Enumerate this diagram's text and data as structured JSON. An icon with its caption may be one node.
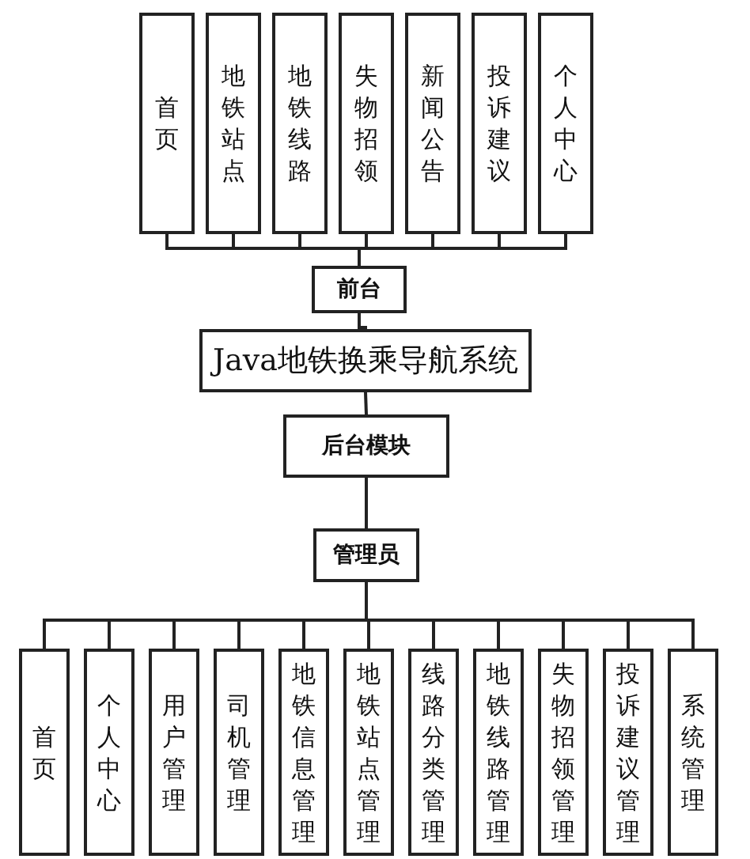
{
  "diagram": {
    "nodes": [
      {
        "text": [
          "首页"
        ]
      },
      {
        "text": [
          "地铁站点"
        ]
      },
      {
        "text": [
          "地铁线路"
        ]
      },
      {
        "text": [
          "失物招领"
        ]
      },
      {
        "text": [
          "新闻公告"
        ]
      },
      {
        "text": [
          "投诉建议"
        ]
      },
      {
        "text": [
          "个人中心"
        ]
      },
      {
        "text": [
          "前台"
        ]
      },
      {
        "text": [
          "Java地铁换乘导航系统"
        ]
      },
      {
        "text": [
          "后台模块"
        ]
      },
      {
        "text": [
          "管理员"
        ]
      },
      {
        "text": [
          "首页"
        ]
      },
      {
        "text": [
          "个人中心"
        ]
      },
      {
        "text": [
          "用户管理"
        ]
      },
      {
        "text": [
          "司机管理"
        ]
      },
      {
        "text": [
          "地铁信息管理"
        ]
      },
      {
        "text": [
          "地铁站点管理"
        ]
      },
      {
        "text": [
          "线路分类管理"
        ]
      },
      {
        "text": [
          "地铁线路管理"
        ]
      },
      {
        "text": [
          "失物招领管理"
        ]
      },
      {
        "text": [
          "投诉建议管理"
        ]
      },
      {
        "text": [
          "系统管理"
        ]
      }
    ],
    "edges": [
      {
        "from": 7,
        "to": 0,
        "arrow": "none"
      },
      {
        "from": 7,
        "to": 1,
        "arrow": "none"
      },
      {
        "from": 7,
        "to": 2,
        "arrow": "none"
      },
      {
        "from": 7,
        "to": 3,
        "arrow": "none"
      },
      {
        "from": 7,
        "to": 4,
        "arrow": "none"
      },
      {
        "from": 7,
        "to": 5,
        "arrow": "none"
      },
      {
        "from": 7,
        "to": 6,
        "arrow": "none"
      },
      {
        "from": 8,
        "to": 7,
        "arrow": "none"
      },
      {
        "from": 8,
        "to": 9,
        "arrow": "none"
      },
      {
        "from": 9,
        "to": 10,
        "arrow": "none"
      },
      {
        "from": 10,
        "to": 11,
        "arrow": "none"
      },
      {
        "from": 10,
        "to": 12,
        "arrow": "none"
      },
      {
        "from": 10,
        "to": 13,
        "arrow": "none"
      },
      {
        "from": 10,
        "to": 14,
        "arrow": "none"
      },
      {
        "from": 10,
        "to": 15,
        "arrow": "none"
      },
      {
        "from": 10,
        "to": 16,
        "arrow": "none"
      },
      {
        "from": 10,
        "to": 17,
        "arrow": "none"
      },
      {
        "from": 10,
        "to": 18,
        "arrow": "none"
      },
      {
        "from": 10,
        "to": 19,
        "arrow": "none"
      },
      {
        "from": 10,
        "to": 20,
        "arrow": "none"
      },
      {
        "from": 10,
        "to": 21,
        "arrow": "none"
      }
    ]
  }
}
